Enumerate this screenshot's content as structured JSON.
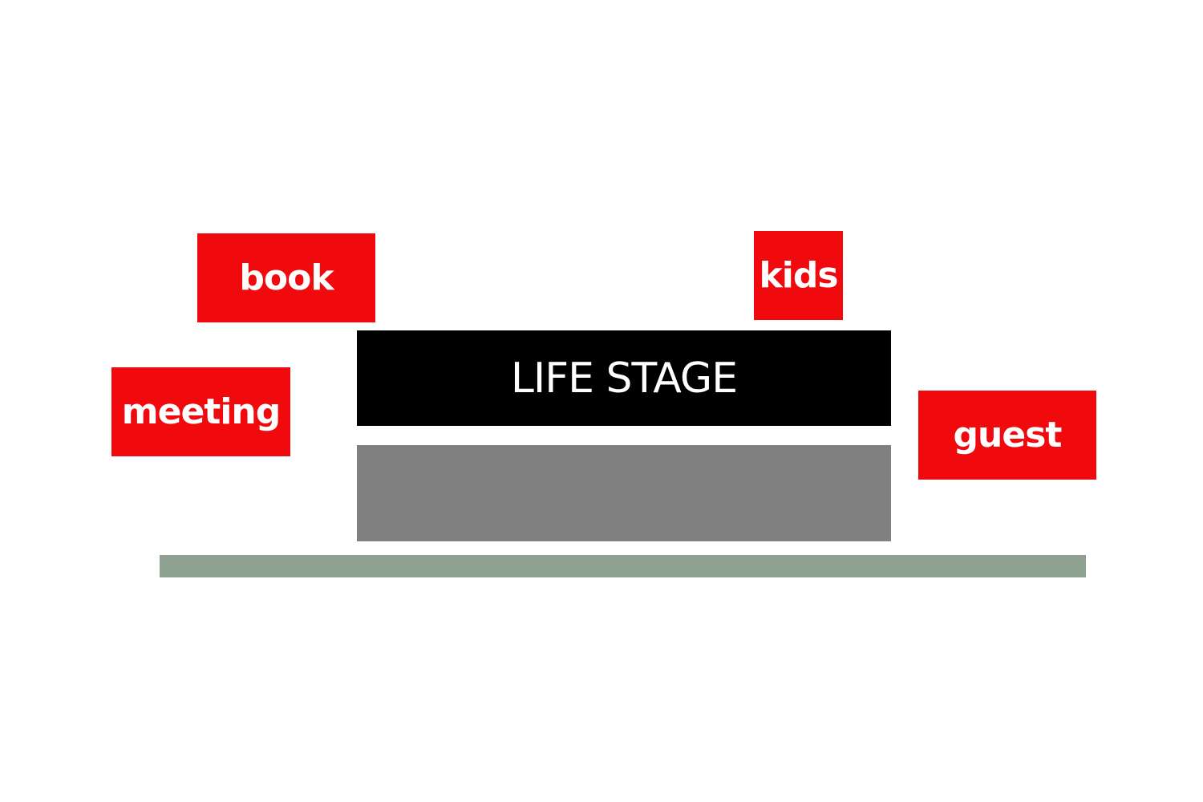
{
  "diagram": {
    "stage_label": "LIFE STAGE",
    "tags": {
      "book": "book",
      "kids": "kids",
      "meeting": "meeting",
      "guest": "guest"
    }
  },
  "colors": {
    "tag": "#f0090d",
    "stage": "#000000",
    "base": "#808080",
    "ground": "#8fa291",
    "text": "#ffffff"
  }
}
